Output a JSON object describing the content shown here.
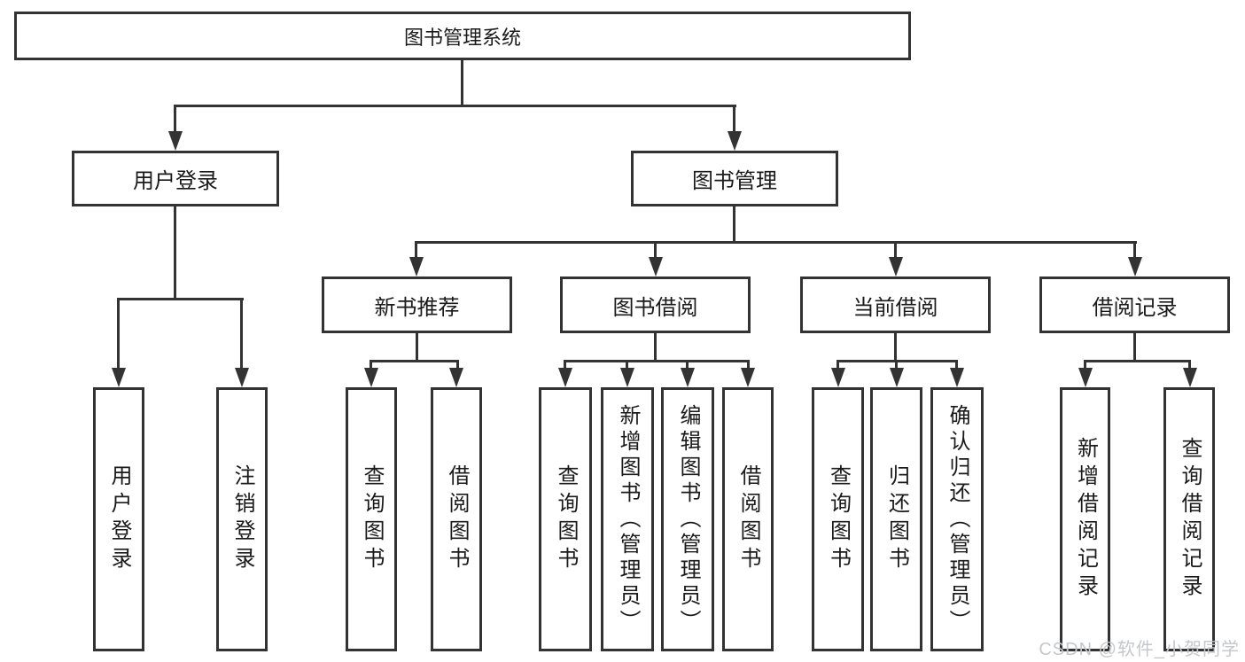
{
  "diagram": {
    "root": {
      "label": "图书管理系统"
    },
    "level2": [
      {
        "label": "用户登录"
      },
      {
        "label": "图书管理"
      }
    ],
    "level3": [
      {
        "label": "新书推荐"
      },
      {
        "label": "图书借阅"
      },
      {
        "label": "当前借阅"
      },
      {
        "label": "借阅记录"
      }
    ],
    "leaves": {
      "userLogin": [
        {
          "label": "用户登录"
        },
        {
          "label": "注销登录"
        }
      ],
      "newBook": [
        {
          "label": "查询图书"
        },
        {
          "label": "借阅图书"
        }
      ],
      "bookBorrow": [
        {
          "label": "查询图书"
        },
        {
          "label": "新增图书（管理员）"
        },
        {
          "label": "编辑图书（管理员）"
        },
        {
          "label": "借阅图书"
        }
      ],
      "currentBorrow": [
        {
          "label": "查询图书"
        },
        {
          "label": "归还图书"
        },
        {
          "label": "确认归还（管理员）"
        }
      ],
      "borrowRecord": [
        {
          "label": "新增借阅记录"
        },
        {
          "label": "查询借阅记录"
        }
      ]
    },
    "watermark": "CSDN @软件_小贺同学",
    "colors": {
      "line": "#333333",
      "text": "#1a1a1a",
      "watermark": "#c4c7cb",
      "background": "#ffffff"
    }
  }
}
